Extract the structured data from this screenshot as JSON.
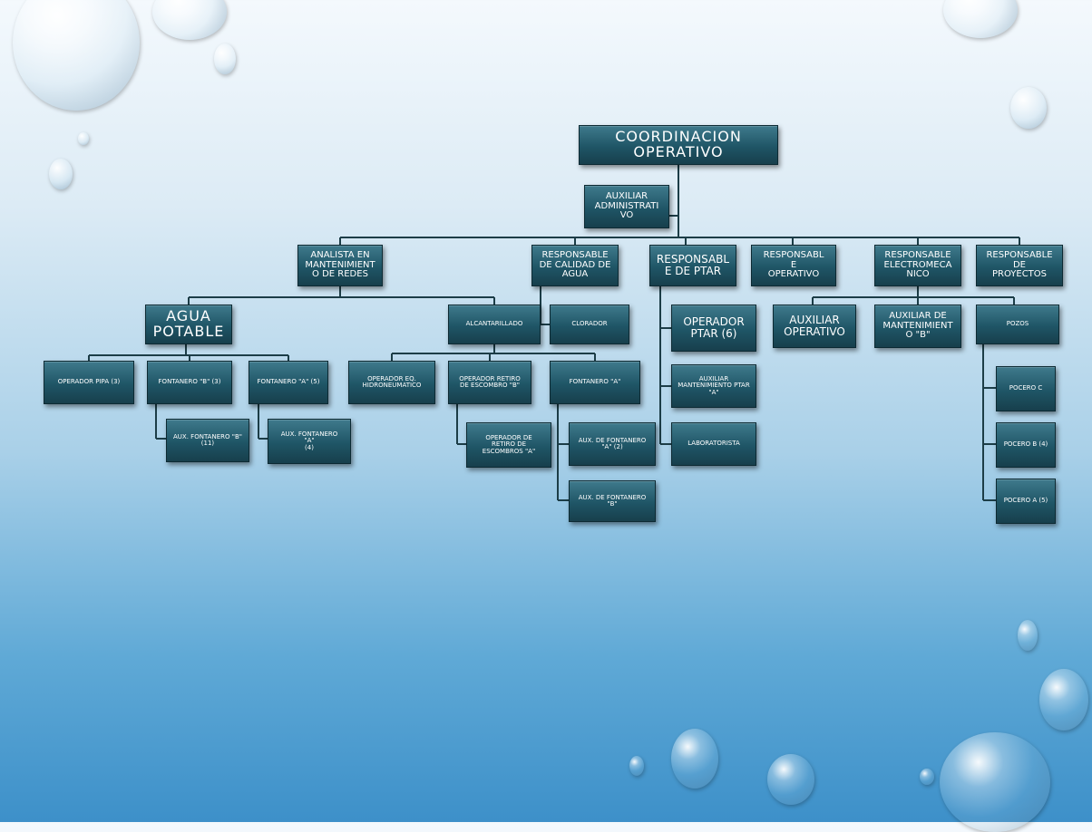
{
  "nodes": {
    "coord": "COORDINACION\nOPERATIVO",
    "aux_admin": "AUXILIAR\nADMINISTRATI\nVO",
    "analista": "ANALISTA EN\nMANTENIMIENT\nO DE REDES",
    "calidad": "RESPONSABLE\nDE CALIDAD DE\nAGUA",
    "ptar": "RESPONSABL\nE DE PTAR",
    "operativo": "RESPONSABL\nE\nOPERATIVO",
    "electromec": "RESPONSABLE\nELECTROMECA\nNICO",
    "proyectos": "RESPONSABLE\nDE\nPROYECTOS",
    "agua_potable": "AGUA\nPOTABLE",
    "alcantarillado": "ALCANTARILLADO",
    "clorador": "CLORADOR",
    "operador_ptar": "OPERADOR\nPTAR (6)",
    "aux_operativo": "AUXILIAR\nOPERATIVO",
    "aux_mant_b": "AUXILIAR DE\nMANTENIMIENT\nO \"B\"",
    "pozos": "POZOS",
    "operador_pipa": "OPERADOR PIPA (3)",
    "fontanero_b": "FONTANERO \"B\" (3)",
    "fontanero_a": "FONTANERO \"A\" (5)",
    "operador_eq": "OPERADOR EQ.\nHIDRONEUMATICO",
    "operador_retiro_b": "OPERADOR RETIRO\nDE ESCOMBRO \"B\"",
    "fontanero_a2": "FONTANERO \"A\"",
    "aux_mant_ptar": "AUXILIAR\nMANTENIMIENTO PTAR\n\"A\"",
    "aux_fontanero_b": "AUX. FONTANERO \"B\"\n(11)",
    "aux_fontanero_a": "AUX. FONTANERO\n\"A\"\n(4)",
    "operador_retiro_a": "OPERADOR DE\nRETIRO DE\nESCOMBROS \"A\"",
    "aux_fontanero_a2": "AUX. DE FONTANERO\n\"A\" (2)",
    "laboratorista": "LABORATORISTA",
    "aux_fontanero_b2": "AUX. DE FONTANERO\n\"B\"",
    "pocero_c": "POCERO C",
    "pocero_b": "POCERO B (4)",
    "pocero_a": "POCERO A (5)"
  }
}
